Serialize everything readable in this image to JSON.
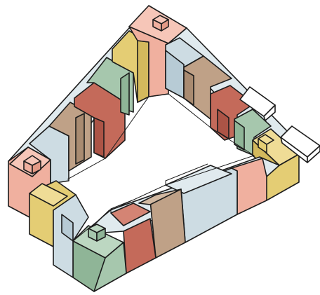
{
  "diagram": {
    "palette": {
      "salmon": "#f0b09f",
      "salmon_shade": "#e49a86",
      "salmon_top": "#f6c6b8",
      "mustard": "#e4cd74",
      "mustard_shade": "#d3b95d",
      "mustard_top": "#efdc96",
      "sage": "#a6c7ad",
      "sage_shade": "#8fb597",
      "sage_top": "#bcd7c1",
      "blue_grey": "#cddce3",
      "blue_grey_shade": "#b7cbd5",
      "blue_grey_top": "#e0eaee",
      "taupe": "#bfa187",
      "taupe_shade": "#a98b71",
      "taupe_top": "#d2b9a2",
      "brick": "#c46a5a",
      "brick_shade": "#ac5446",
      "brick_top": "#d48474",
      "annex_white": "#ffffff",
      "outline": "#1c1c1c"
    },
    "wings": [
      "north-west",
      "north-east",
      "south-east",
      "south-west"
    ],
    "annexes": 2
  }
}
